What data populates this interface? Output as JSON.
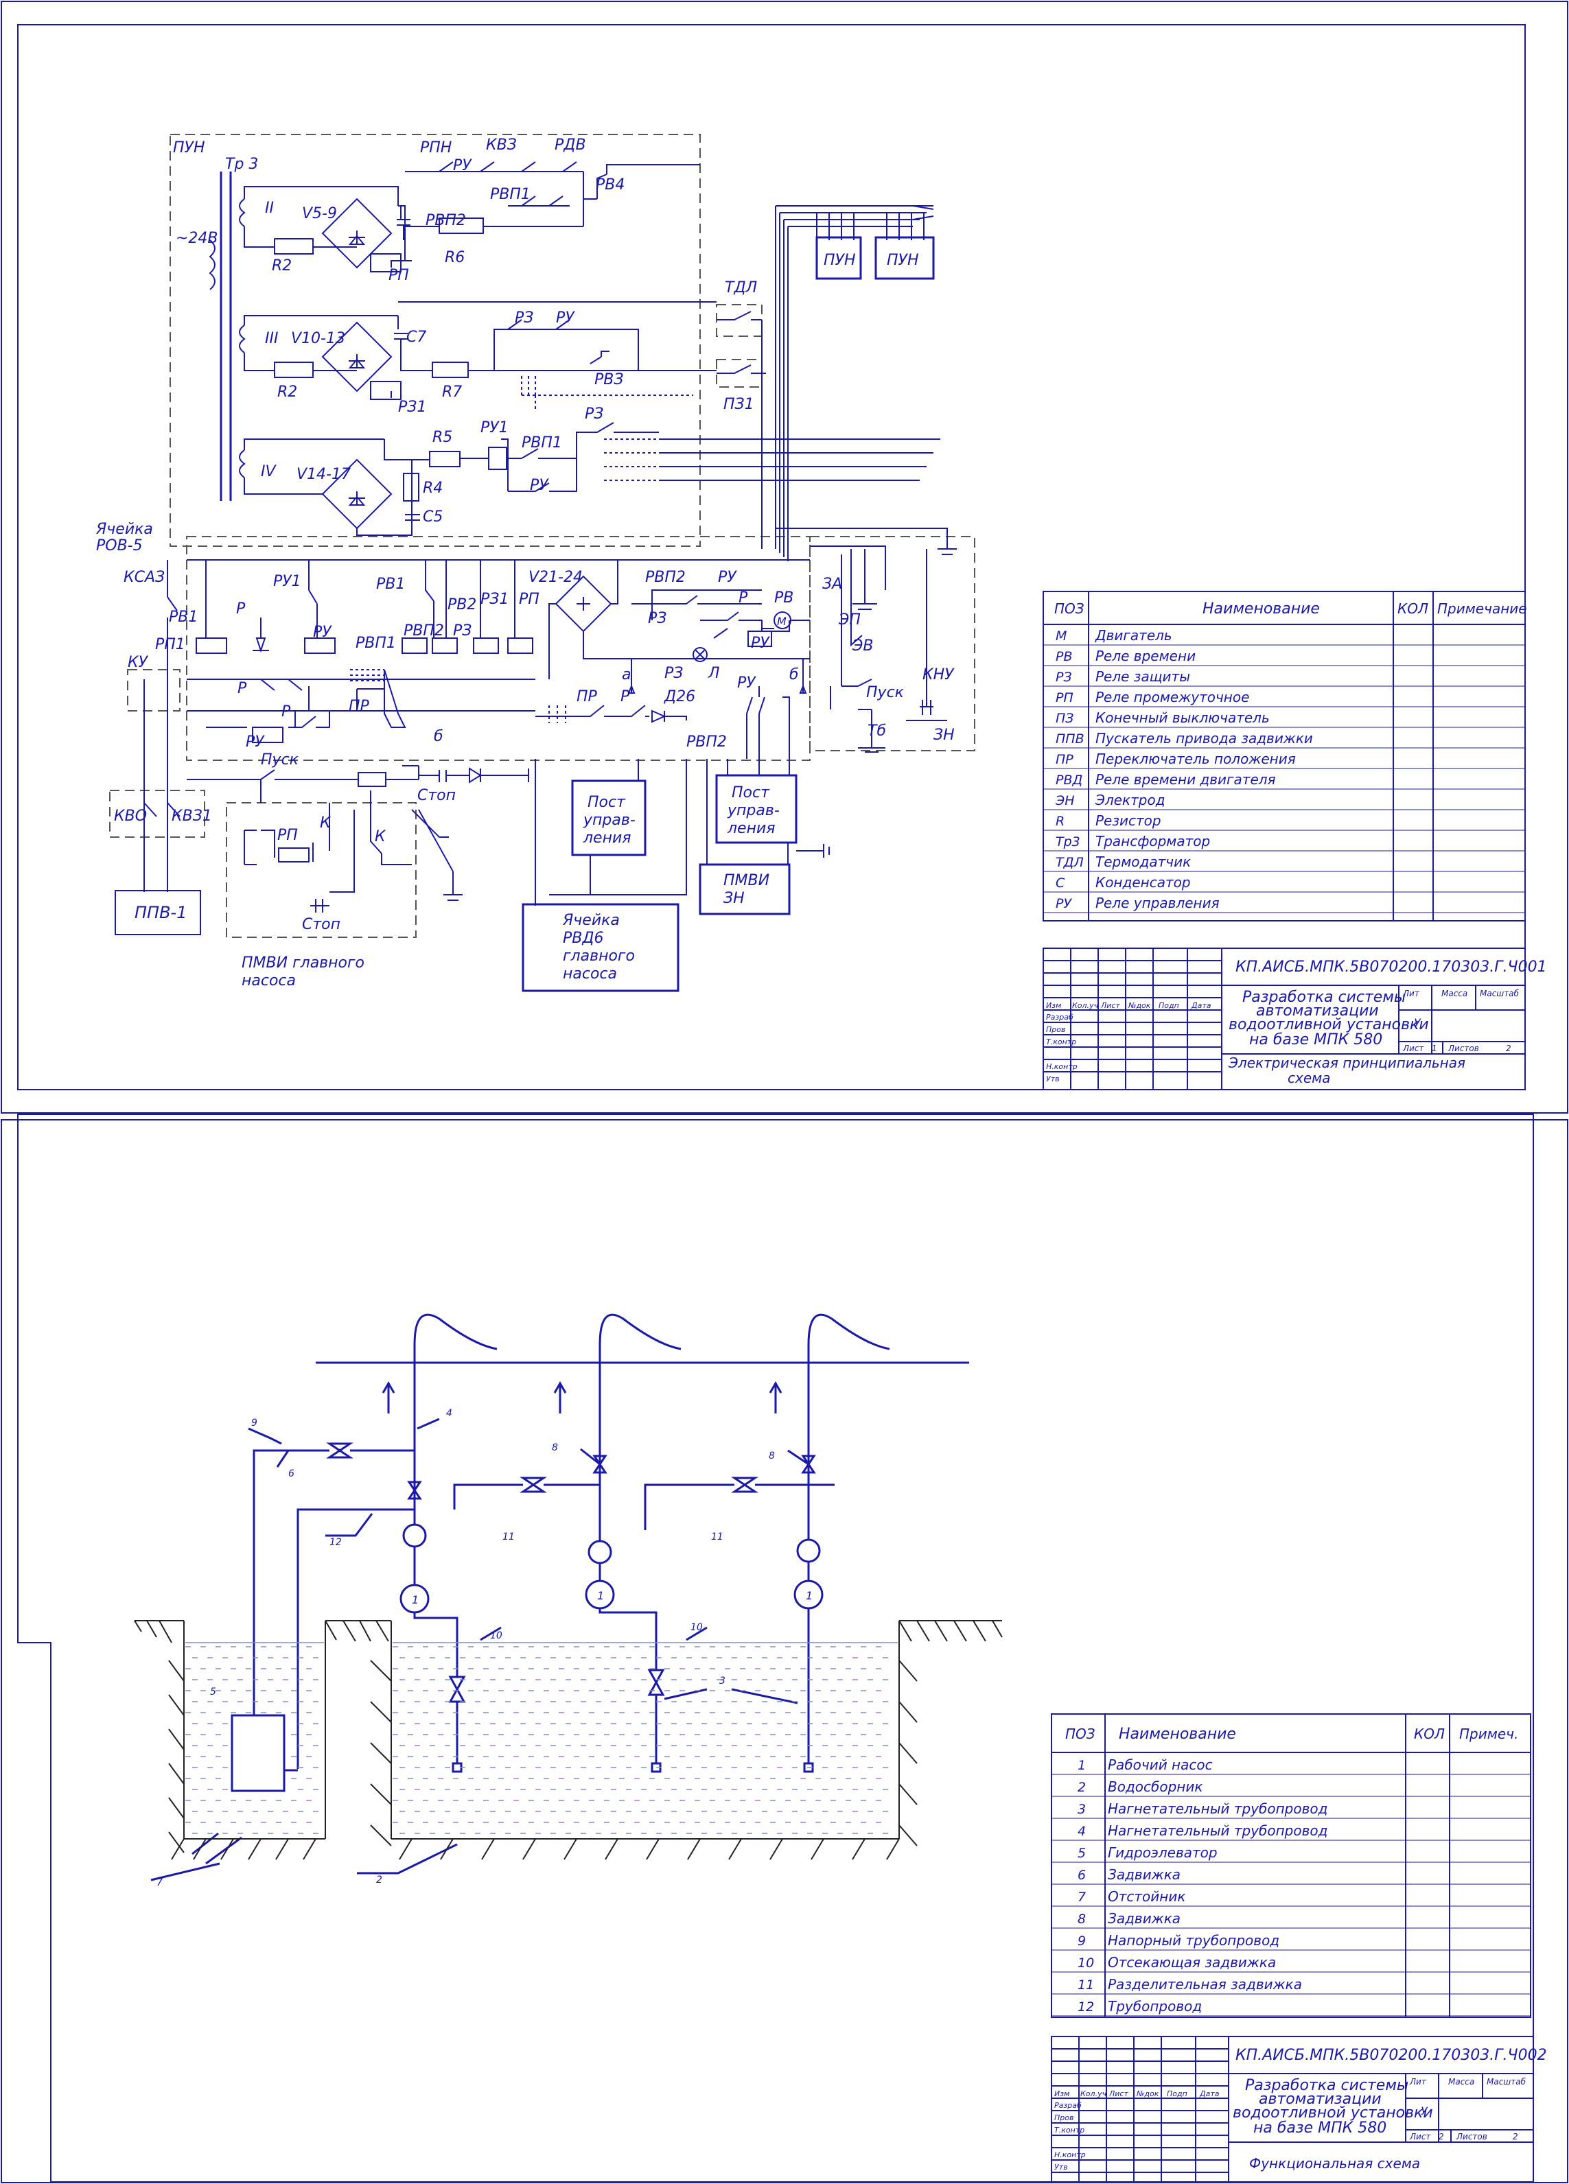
{
  "sheet1": {
    "labels": {
      "pun": "ПУН",
      "tr3": "Тр 3",
      "v24": "~24В",
      "w2": "II",
      "w3": "III",
      "w4": "IV",
      "v59": "V5-9",
      "v1013": "V10-13",
      "v1417": "V14-17",
      "v2124": "V21-24",
      "r2a": "R2",
      "r2b": "R2",
      "r6": "R6",
      "r7": "R7",
      "r5": "R5",
      "r4": "R4",
      "c5": "C5",
      "c7": "C7",
      "rp_a": "РП",
      "rz1_a": "РЗ1",
      "rpn": "РПН",
      "ru_a": "РУ",
      "kvz": "КВЗ",
      "rvp1_a": "РВП1",
      "rvp2_a": "РВП2",
      "rdv": "РДВ",
      "rv4": "РВ4",
      "rz_a": "РЗ",
      "ru_b": "РУ",
      "rv3": "РВЗ",
      "ru1_a": "РУ1",
      "rvp1_b": "РВП1",
      "ru_c": "РУ",
      "rz_b": "РЗ",
      "tdl": "ТДЛ",
      "pz1": "ПЗ1",
      "pun1": "ПУН",
      "pun2": "ПУН",
      "cell_rov": "Ячейка",
      "cell_rov2": "РОВ-5",
      "ksaz": "КСАЗ",
      "rv1": "РВ1",
      "r_a": "Р",
      "ru_d": "РУ",
      "ru1_b": "РУ1",
      "rp1": "РП1",
      "ku": "КУ",
      "r_b": "Р",
      "r_c": "Р",
      "ru_e": "РУ",
      "rv1_b": "РВ1",
      "rvp2_b": "РВП2",
      "rv2": "РВ2",
      "rz_c": "РЗ",
      "rz1_b": "РЗ1",
      "rp_b": "РП",
      "rvp1_c": "РВП1",
      "pr_a": "ПР",
      "rvp2_c": "РВП2",
      "ru_f": "РУ",
      "rz_d": "РЗ",
      "r_d": "Р",
      "rv_a": "РВ",
      "m": "М",
      "ru_g": "РУ",
      "a_mark": "а",
      "rz_e": "РЗ",
      "lamp": "Л",
      "b_mark": "б",
      "b_mark2": "б",
      "za": "ЗА",
      "ep": "ЭП",
      "ev": "ЭВ",
      "knu": "КНУ",
      "pusk_a": "Пуск",
      "tb": "Тб",
      "zn": "ЗН",
      "pusk_b": "Пуск",
      "stop_a": "Стоп",
      "k_a": "К",
      "k_b": "К",
      "rp_c": "РП",
      "stop_b": "Стоп",
      "pr_b": "ПР",
      "r_e": "Р",
      "d26": "Д26",
      "ru_h": "РУ",
      "rvp2_d": "РВП2",
      "post1a": "Пост",
      "post1b": "управ-",
      "post1c": "ления",
      "post2a": "Пост",
      "post2b": "управ-",
      "post2c": "ления",
      "pmvi_zn1": "ПМВИ",
      "pmvi_zn2": "ЗН",
      "rvd1": "Ячейка",
      "rvd2": "РВД6",
      "rvd3": "главного",
      "rvd4": "насоса",
      "kvo": "КВО",
      "kvz1": "КВЗ1",
      "ppv": "ППВ-1",
      "pmvi1": "ПМВИ главного",
      "pmvi2": "насоса"
    },
    "spec_table": {
      "headers": [
        "ПОЗ",
        "Наименование",
        "КОЛ",
        "Примечание"
      ],
      "rows": [
        [
          "М",
          "Двигатель"
        ],
        [
          "РВ",
          "Реле времени"
        ],
        [
          "РЗ",
          "Реле защиты"
        ],
        [
          "РП",
          "Реле промежуточное"
        ],
        [
          "ПЗ",
          "Конечный выключатель"
        ],
        [
          "ППВ",
          "Пускатель привода задвижки"
        ],
        [
          "ПР",
          "Переключатель положения"
        ],
        [
          "РВД",
          "Реле времени двигателя"
        ],
        [
          "ЭН",
          "Электрод"
        ],
        [
          "R",
          "Резистор"
        ],
        [
          "Тр3",
          "Трансформатор"
        ],
        [
          "ТДЛ",
          "Термодатчик"
        ],
        [
          "С",
          "Конденсатор"
        ],
        [
          "РУ",
          "Реле управления"
        ]
      ]
    },
    "title_block": {
      "code": "КП.АИСБ.МПК.5В070200.170303.Г.Ч001",
      "project": [
        "Разработка системы",
        "автоматизации",
        "водоотливной установки",
        "на базе МПК 580"
      ],
      "sheet_name": [
        "Электрическая принципиальная",
        "схема"
      ],
      "roles": [
        "Изм",
        "Кол.уч",
        "Лист",
        "№док",
        "Подп",
        "Дата"
      ],
      "people": [
        "Разраб",
        "Пров",
        "Т.контр",
        "",
        "Н.контр",
        "Утв"
      ],
      "lit": "Лит",
      "mass": "Масса",
      "scale": "Масштаб",
      "lit_value": "У",
      "list": "Лист",
      "list_num": "1",
      "lists": "Листов",
      "lists_num": "2"
    }
  },
  "sheet2": {
    "labels": {
      "n9": "9",
      "n6": "6",
      "n4": "4",
      "n12": "12",
      "n8a": "8",
      "n8b": "8",
      "n11a": "11",
      "n11b": "11",
      "n10a": "10",
      "n10b": "10",
      "n3": "3",
      "n5": "5",
      "n7": "7",
      "n2": "2",
      "p1": "1",
      "p2": "1",
      "p3": "1"
    },
    "spec_table": {
      "headers": [
        "ПОЗ",
        "Наименование",
        "КОЛ",
        "Примеч."
      ],
      "rows": [
        [
          "1",
          "Рабочий насос"
        ],
        [
          "2",
          "Водосборник"
        ],
        [
          "3",
          "Нагнетательный трубопровод"
        ],
        [
          "4",
          "Нагнетательный трубопровод"
        ],
        [
          "5",
          "Гидроэлеватор"
        ],
        [
          "6",
          "Задвижка"
        ],
        [
          "7",
          "Отстойник"
        ],
        [
          "8",
          "Задвижка"
        ],
        [
          "9",
          "Напорный трубопровод"
        ],
        [
          "10",
          "Отсекающая задвижка"
        ],
        [
          "11",
          "Разделительная задвижка"
        ],
        [
          "12",
          "Трубопровод"
        ]
      ]
    },
    "title_block": {
      "code": "КП.АИСБ.МПК.5В070200.170303.Г.Ч002",
      "project": [
        "Разработка системы",
        "автоматизации",
        "водоотливной установки",
        "на базе МПК 580"
      ],
      "sheet_name": [
        "Функциональная схема"
      ],
      "roles": [
        "Изм",
        "Кол.уч",
        "Лист",
        "№док",
        "Подп",
        "Дата"
      ],
      "people": [
        "Разраб",
        "Пров",
        "Т.контр",
        "",
        "Н.контр",
        "Утв"
      ],
      "lit": "Лит",
      "mass": "Масса",
      "scale": "Масштаб",
      "lit_value": "У",
      "list": "Лист",
      "list_num": "2",
      "lists": "Листов",
      "lists_num": "2"
    }
  },
  "colors": {
    "ink": "#1a1aa6",
    "water": "#7c8fc9",
    "dashed": "#555555"
  }
}
